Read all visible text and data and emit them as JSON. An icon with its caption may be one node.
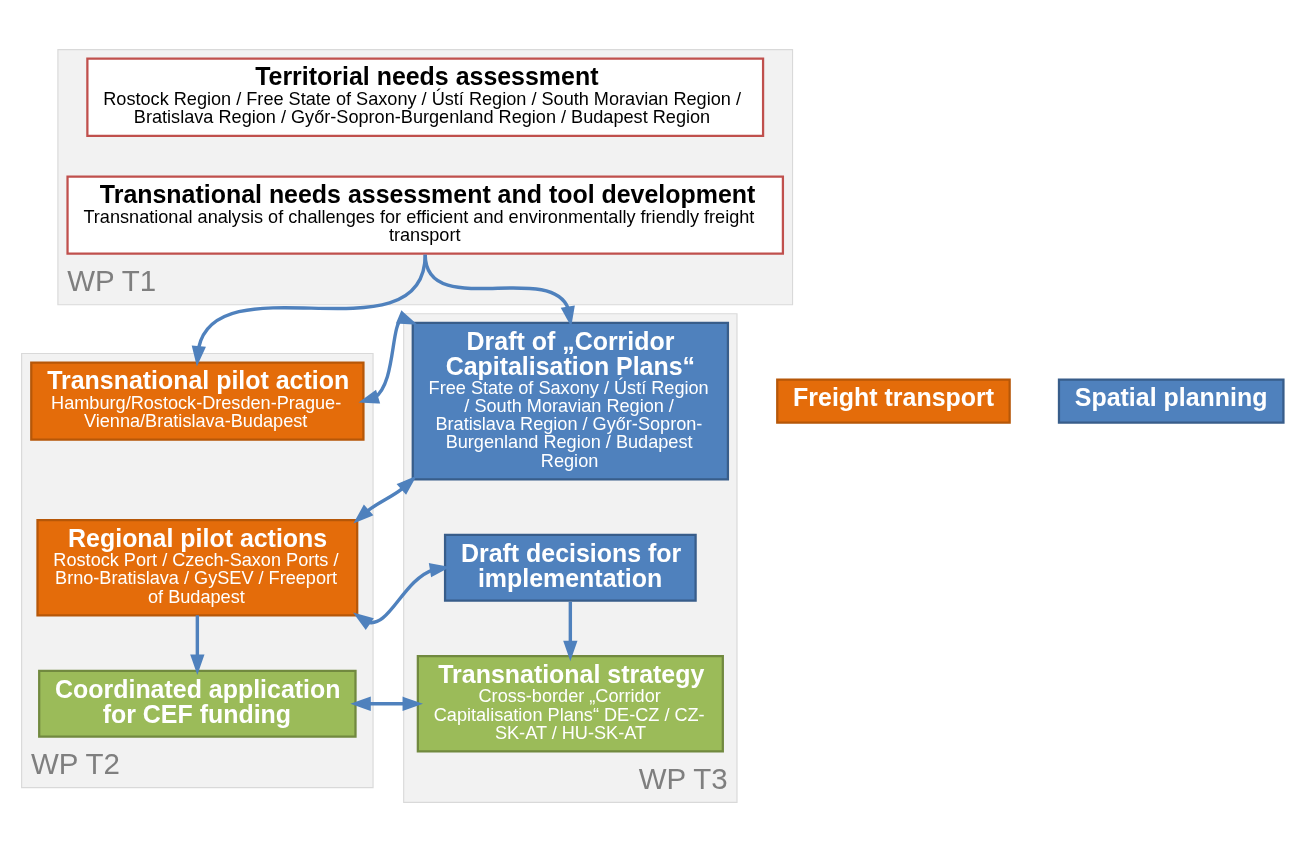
{
  "diagram": {
    "nodes": [
      {
        "text": [
          "WP T1"
        ]
      },
      {
        "text": [
          "Territorial needs assessment",
          "Rostock Region / Free State of Saxony / Ústí Region / South Moravian Region / Bratislava Region / Győr-Sopron-Burgenland Region / Budapest Region"
        ],
        "in": 0
      },
      {
        "text": [
          "Transnational needs assessment and tool development",
          "Transnational analysis of challenges for efficient and environmentally friendly freight transport"
        ],
        "in": 0
      },
      {
        "text": [
          "Freight transport"
        ]
      },
      {
        "text": [
          "Spatial planning"
        ]
      },
      {
        "text": [
          "WP T2"
        ]
      },
      {
        "text": [
          "Transnational pilot action",
          "Hamburg/Rostock-Dresden-Prague-Vienna/Bratislava-Budapest"
        ],
        "in": 5
      },
      {
        "text": [
          "Regional pilot actions",
          "Rostock Port / Czech-Saxon Ports / Brno-Bratislava / GySEV / Freeport of Budapest"
        ],
        "in": 5
      },
      {
        "text": [
          "Coordinated application for CEF funding"
        ],
        "in": 5
      },
      {
        "text": [
          "WP T3"
        ]
      },
      {
        "text": [
          "Draft of „Corridor Capitalisation Plans“",
          "Free State of Saxony / Ústí Region / South Moravian Region / Bratislava Region / Győr-Sopron-Burgenland Region / Budapest Region"
        ],
        "in": 9
      },
      {
        "text": [
          "Draft decisions for implementation"
        ],
        "in": 9
      },
      {
        "text": [
          "Transnational strategy",
          "Cross-border „Corridor Capitalisation Plans“ DE-CZ / CZ-SK-AT / HU-SK-AT"
        ],
        "in": 9
      }
    ],
    "edges": [
      {
        "from": 2,
        "to": 6,
        "arrow": "to"
      },
      {
        "from": 2,
        "to": 10,
        "arrow": "to"
      },
      {
        "from": 6,
        "to": 10,
        "arrow": "both"
      },
      {
        "from": 7,
        "to": 10,
        "arrow": "both"
      },
      {
        "from": 7,
        "to": 11,
        "arrow": "both"
      },
      {
        "from": 7,
        "to": 8,
        "arrow": "to"
      },
      {
        "from": 11,
        "to": 12,
        "arrow": "to"
      },
      {
        "from": 8,
        "to": 12,
        "arrow": "both"
      }
    ]
  }
}
